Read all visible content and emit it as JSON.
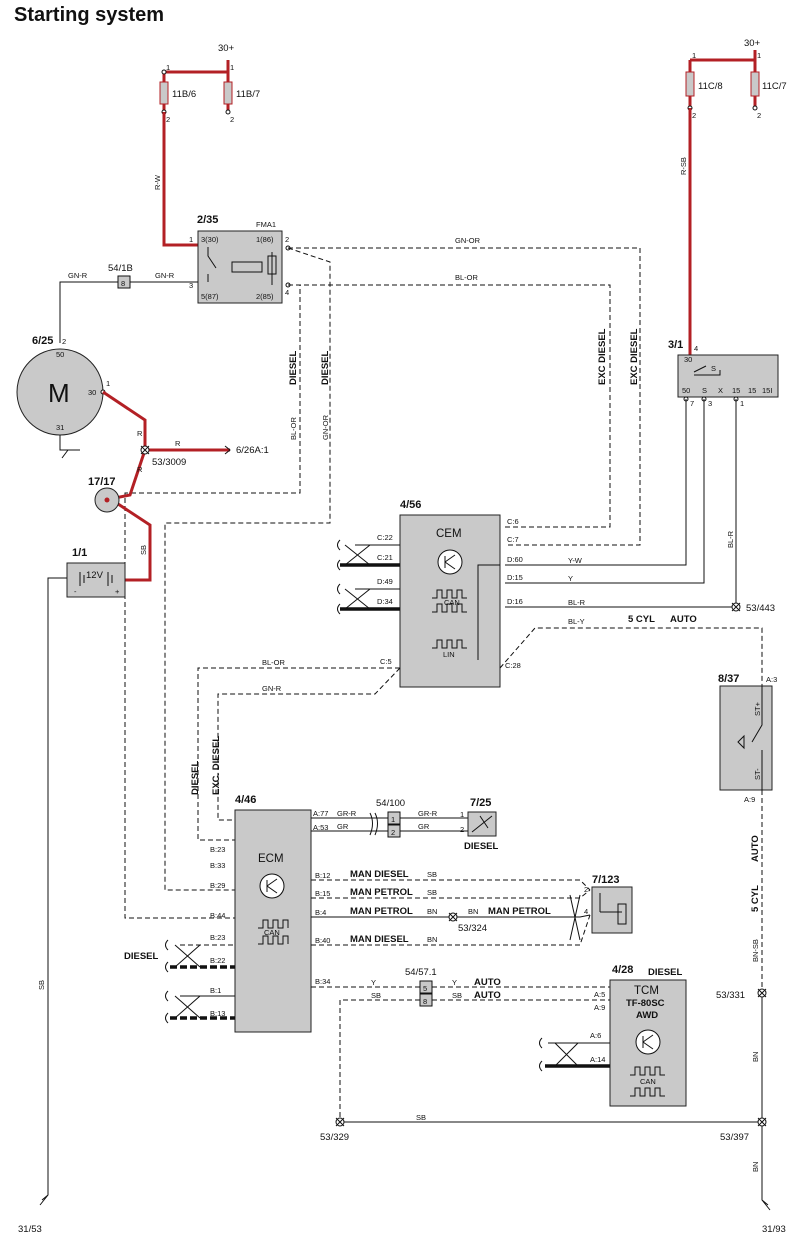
{
  "title": "Starting system",
  "power": {
    "left_30": "30+",
    "right_30": "30+"
  },
  "fuses": {
    "f11b6": "11B/6",
    "f11b7": "11B/7",
    "f11c8": "11C/8",
    "f11c7": "11C/7",
    "pin1": "1",
    "pin2": "2"
  },
  "wires": {
    "rw": "R-W",
    "rsb": "R-SB",
    "gnor": "GN-OR",
    "blor": "BL-OR",
    "gnr": "GN-R",
    "r": "R",
    "sb": "SB",
    "yw": "Y-W",
    "y": "Y",
    "blr": "BL-R",
    "bly": "BL-Y",
    "grr": "GR-R",
    "gr": "GR",
    "bn": "BN",
    "bnsb": "BN-SB"
  },
  "relay": {
    "id": "2/35",
    "name": "FMA1",
    "p330": "3(30)",
    "p186": "1(86)",
    "p587": "5(87)",
    "p285": "2(85)",
    "n1": "1",
    "n2": "2",
    "n3": "3",
    "n4": "4"
  },
  "connector_541b": {
    "id": "54/1B",
    "pin": "8"
  },
  "starter": {
    "id": "6/25",
    "symbol": "M",
    "p50": "50",
    "p30": "30",
    "p31": "31",
    "n1": "1",
    "n2": "2"
  },
  "splice_533009": {
    "id": "53/3009",
    "target": "6/26A:1"
  },
  "fuse_1717": {
    "id": "17/17"
  },
  "battery": {
    "id": "1/1",
    "label": "12V",
    "neg": "-",
    "pos": "+"
  },
  "ignition": {
    "id": "3/1",
    "p30": "30",
    "p4": "4",
    "p50": "50",
    "ps": "S",
    "px": "X",
    "p15": "15",
    "p15i": "15I",
    "s": "S",
    "n7": "7",
    "n3": "3",
    "n1": "1"
  },
  "cem": {
    "id": "4/56",
    "name": "CEM",
    "can": "CAN",
    "lin": "LIN",
    "c22": "C:22",
    "c21": "C:21",
    "d49": "D:49",
    "d34": "D:34",
    "c5": "C:5",
    "c6": "C:6",
    "c7": "C:7",
    "d60": "D:60",
    "d15": "D:15",
    "d16": "D:16",
    "c28": "C:28"
  },
  "labels": {
    "diesel": "DIESEL",
    "exc_diesel": "EXC DIESEL",
    "exc_diesel2": "EXC. DIESEL",
    "five_cyl": "5 CYL",
    "auto": "AUTO",
    "man_diesel": "MAN DIESEL",
    "man_petrol": "MAN PETROL"
  },
  "splices": {
    "s53443": "53/443",
    "s53324": "53/324",
    "s53331": "53/331",
    "s53329": "53/329",
    "s53397": "53/397"
  },
  "sensor_837": {
    "id": "8/37",
    "a3": "A:3",
    "a9": "A:9",
    "st_plus": "ST+",
    "st_minus": "ST-"
  },
  "ecm": {
    "id": "4/46",
    "name": "ECM",
    "can": "CAN",
    "a77": "A:77",
    "a53": "A:53",
    "b23a": "B:23",
    "b33": "B:33",
    "b29": "B:29",
    "b44": "B:44",
    "b23b": "B:23",
    "b22": "B:22",
    "b1": "B:1",
    "b13": "B:13",
    "b12": "B:12",
    "b15": "B:15",
    "b4": "B:4",
    "b40": "B:40",
    "b34": "B:34"
  },
  "conn_54100": {
    "id": "54/100",
    "p1": "1",
    "p2": "2"
  },
  "sensor_725": {
    "id": "7/25",
    "p1": "1",
    "p2": "2"
  },
  "sensor_7123": {
    "id": "7/123",
    "p2": "2",
    "p4": "4"
  },
  "conn_5457": {
    "id": "54/57.1",
    "p5": "5",
    "p8": "8"
  },
  "tcm": {
    "id": "4/28",
    "name": "TCM",
    "model": "TF-80SC",
    "awd": "AWD",
    "can": "CAN",
    "a5": "A:5",
    "a9": "A:9",
    "a6": "A:6",
    "a14": "A:14"
  },
  "grounds": {
    "g3153": "31/53",
    "g3193": "31/93"
  }
}
